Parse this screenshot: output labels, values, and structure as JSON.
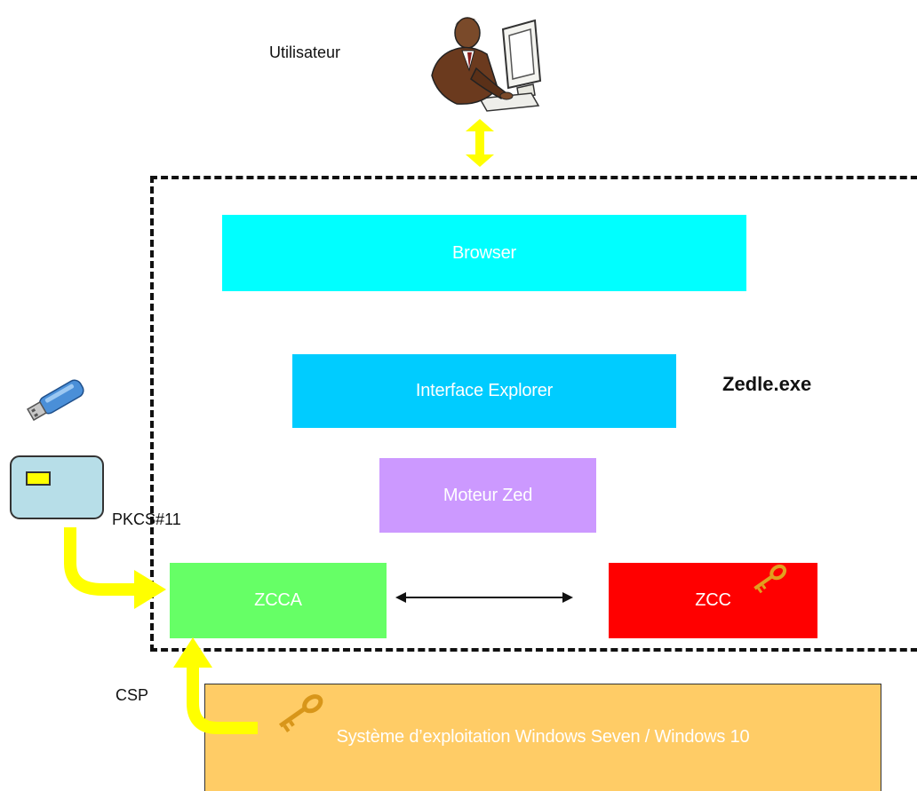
{
  "labels": {
    "user": "Utilisateur",
    "process": "Zedle.exe",
    "pkcs": "PKCS#11",
    "csp": "CSP"
  },
  "boxes": {
    "browser": {
      "label": "Browser",
      "color": "#00ffff"
    },
    "interface_explorer": {
      "label": "Interface Explorer",
      "color": "#00ccff"
    },
    "moteur_zed": {
      "label": "Moteur Zed",
      "color": "#cc99ff"
    },
    "zcca": {
      "label": "ZCCA",
      "color": "#66ff66"
    },
    "zcc": {
      "label": "ZCC",
      "color": "#ff0000"
    },
    "os": {
      "label": "Système d’exploitation Windows Seven / Windows 10",
      "color": "#ffcc66"
    }
  },
  "colors": {
    "arrow_yellow": "#ffff00",
    "frame": "#111111"
  },
  "icons": [
    "user-at-computer-icon",
    "usb-token-icon",
    "smart-card-icon",
    "key-icon"
  ]
}
